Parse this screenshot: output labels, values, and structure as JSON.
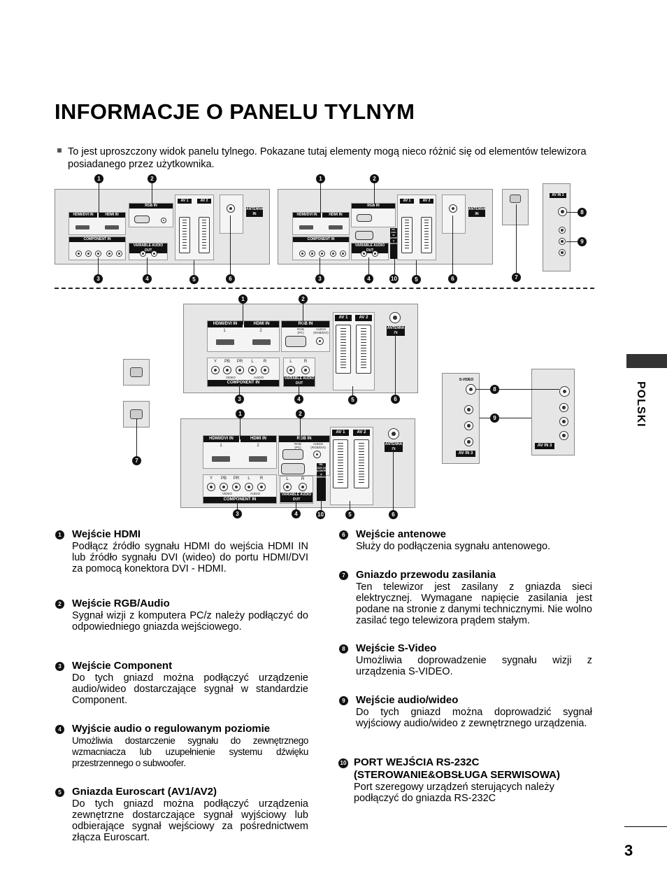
{
  "title": "INFORMACJE O PANELU TYLNYM",
  "intro": "To jest uproszczony widok panelu tylnego.  Pokazane tutaj elementy mogą nieco różnić się od  elementów telewizora posiadanego przez użytkownika.",
  "side_label": "POLSKI",
  "page_number": "3",
  "panel_labels": {
    "hdmi_dvi_in": "HDMI/DVI IN",
    "hdmi_in": "HDMI IN",
    "rgb_in": "RGB IN",
    "rgb_pc": "RGB (PC)",
    "audio_rgb_dvi": "AUDIO (RGB/DVI)",
    "av1": "AV 1",
    "av2": "AV 2",
    "av3": "AV IN 3",
    "antenna_in": "ANTENNA IN",
    "component_in": "COMPONENT IN",
    "video": "VIDEO",
    "audio": "AUDIO",
    "variable_audio_out": "VARIABLE AUDIO OUT",
    "rs232c": "RS-232C IN (CONTROL & SERVICE)",
    "s_video": "S-VIDEO",
    "port1": "1",
    "port2": "2",
    "y": "Y",
    "pb": "PB",
    "pr": "PR",
    "l": "L",
    "r": "R"
  },
  "callouts": [
    "1",
    "2",
    "3",
    "4",
    "5",
    "6",
    "7",
    "8",
    "9",
    "10"
  ],
  "items": [
    {
      "num": "1",
      "title": "Wejście HDMI",
      "body": "Podłącz źródło sygnału HDMI do wejścia HDMI IN lub źródło sygnału DVI (wideo) do portu HDMI/DVI za pomocą konektora DVI - HDMI."
    },
    {
      "num": "2",
      "title": "Wejście RGB/Audio",
      "body": "Sygnał wizji z komputera PC/z należy podłączyć do odpowiedniego gniazda wejściowego."
    },
    {
      "num": "3",
      "title": "Wejście Component",
      "body": "Do tych gniazd można podłączyć urządzenie audio/wideo dostarczające sygnał w standardzie Component."
    },
    {
      "num": "4",
      "title": "Wyjście audio o regulowanym poziomie",
      "body": "Umożliwia dostarczenie sygnału do zewnętrznego wzmacniacza lub uzupełnienie systemu dźwięku przestrzennego o subwoofer."
    },
    {
      "num": "5",
      "title": "Gniazda Euroscart (AV1/AV2)",
      "body": "Do tych gniazd można podłączyć urządzenia zewnętrzne dostarczające sygnał wyjściowy lub odbierające sygnał wejściowy za pośrednictwem złącza Euroscart."
    },
    {
      "num": "6",
      "title": "Wejście antenowe",
      "body": "Służy do podłączenia sygnału antenowego."
    },
    {
      "num": "7",
      "title": "Gniazdo przewodu zasilania",
      "body": "Ten telewizor jest zasilany z gniazda sieci elektrycznej. Wymagane napięcie zasilania jest podane na stronie z danymi technicznymi. Nie wolno zasilać tego telewizora prądem stałym."
    },
    {
      "num": "8",
      "title": "Wejście S-Video",
      "body": "Umożliwia doprowadzenie sygnału wizji z urządzenia S-VIDEO."
    },
    {
      "num": "9",
      "title": "Wejście audio/wideo",
      "body": "Do tych gniazd można doprowadzić sygnał wyjściowy audio/wideo z zewnętrznego urządzenia."
    },
    {
      "num": "10",
      "title_line1": "PORT WEJŚCIA RS-232C",
      "title_line2": "(STEROWANIE&OBSŁUGA SERWISOWA)",
      "body": "Port szeregowy urządzeń sterujących należy podłączyć do gniazda RS-232C"
    }
  ]
}
